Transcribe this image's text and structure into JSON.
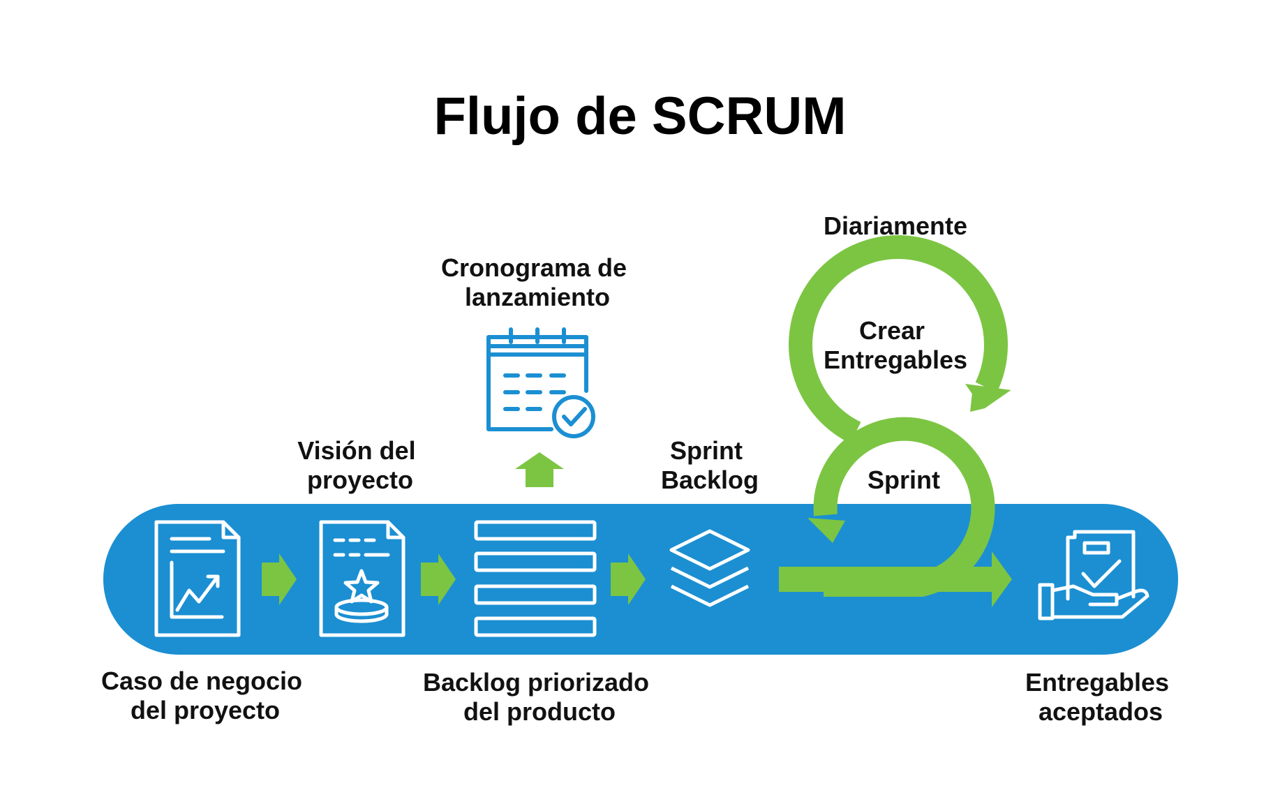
{
  "title": "Flujo de SCRUM",
  "colors": {
    "band": "#1b8fd2",
    "arrow": "#7cc543",
    "icon_on_band": "#ffffff",
    "icon_off_band": "#1b8fd2",
    "text": "#111111"
  },
  "stages": [
    {
      "id": "business-case",
      "icon": "chart-document-icon",
      "line1": "Caso de negocio",
      "line2": "del proyecto"
    },
    {
      "id": "project-vision",
      "icon": "star-document-icon",
      "line1": "Visión del",
      "line2": "proyecto"
    },
    {
      "id": "product-backlog",
      "icon": "backlog-list-icon",
      "line1": "Backlog priorizado",
      "line2": "del producto"
    },
    {
      "id": "sprint-backlog",
      "icon": "layers-icon",
      "line1": "Sprint",
      "line2": "Backlog"
    },
    {
      "id": "accepted-deliverables",
      "icon": "hand-deliverable-icon",
      "line1": "Entregables",
      "line2": "aceptados"
    }
  ],
  "release_schedule": {
    "icon": "calendar-check-icon",
    "line1": "Cronograma de",
    "line2": "lanzamiento"
  },
  "loop": {
    "daily": "Diariamente",
    "create_line1": "Crear",
    "create_line2": "Entregables",
    "sprint": "Sprint"
  }
}
